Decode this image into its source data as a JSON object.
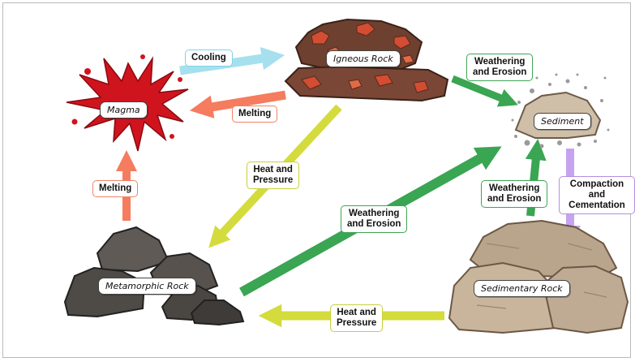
{
  "rocks": {
    "igneous": "Igneous Rock",
    "magma": "Magma",
    "sediment": "Sediment",
    "metamorphic": "Metamorphic Rock",
    "sedimentary": "Sedimentary Rock"
  },
  "processes": {
    "cooling": "Cooling",
    "melting_top": "Melting",
    "melting_left": "Melting",
    "weathering_top": "Weathering\nand Erosion",
    "heat_pressure_diag": "Heat and\nPressure",
    "weathering_middle": "Weathering\nand Erosion",
    "weathering_right": "Weathering\nand Erosion",
    "compaction": "Compaction and\nCementation",
    "heat_pressure_bottom": "Heat and\nPressure"
  },
  "colors": {
    "cooling": "#a6e0ef",
    "melting": "#f57c5e",
    "heat_pressure": "#d4db3c",
    "weathering": "#3aa552",
    "compaction": "#c6a3ee",
    "magma": "#d0141e"
  }
}
